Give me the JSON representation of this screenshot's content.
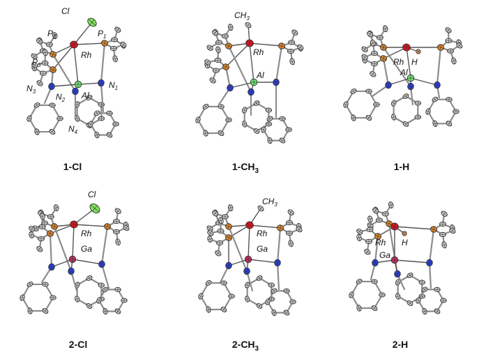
{
  "colors": {
    "carbon": "#d2d2d2",
    "nitrogen": "#2a3fd8",
    "phosphorus": "#e2882c",
    "rhodium": "#d8141c",
    "aluminum": "#6fe36f",
    "gallium": "#c0305a",
    "chlorine": "#7ee25c",
    "hydrogen": "#f0a060",
    "bond": "#8c8c8c"
  },
  "panels": [
    {
      "caption_main": "1-Cl",
      "caption_sub": "",
      "labels": {
        "x": "Cl",
        "rh": "Rh",
        "m": "Al",
        "p1": "P",
        "p1s": "1",
        "p2": "P",
        "p2s": "2",
        "p3": "P",
        "p3s": "3",
        "n1": "N",
        "n1s": "1",
        "n2": "N",
        "n2s": "2",
        "n3": "N",
        "n3s": "3",
        "n4": "N",
        "n4s": "4"
      }
    },
    {
      "caption_main": "1-CH",
      "caption_sub": "3",
      "labels": {
        "xa": "CH",
        "xs": "3",
        "rh": "Rh",
        "m": "Al"
      }
    },
    {
      "caption_main": "1-H",
      "caption_sub": "",
      "labels": {
        "rh": "Rh",
        "h": "H",
        "m": "Al"
      }
    },
    {
      "caption_main": "2-Cl",
      "caption_sub": "",
      "labels": {
        "x": "Cl",
        "rh": "Rh",
        "m": "Ga"
      }
    },
    {
      "caption_main": "2-CH",
      "caption_sub": "3",
      "labels": {
        "xa": "CH",
        "xs": "3",
        "rh": "Rh",
        "m": "Ga"
      }
    },
    {
      "caption_main": "2-H",
      "caption_sub": "",
      "labels": {
        "rh": "Rh",
        "h": "H",
        "m": "Ga"
      }
    }
  ]
}
